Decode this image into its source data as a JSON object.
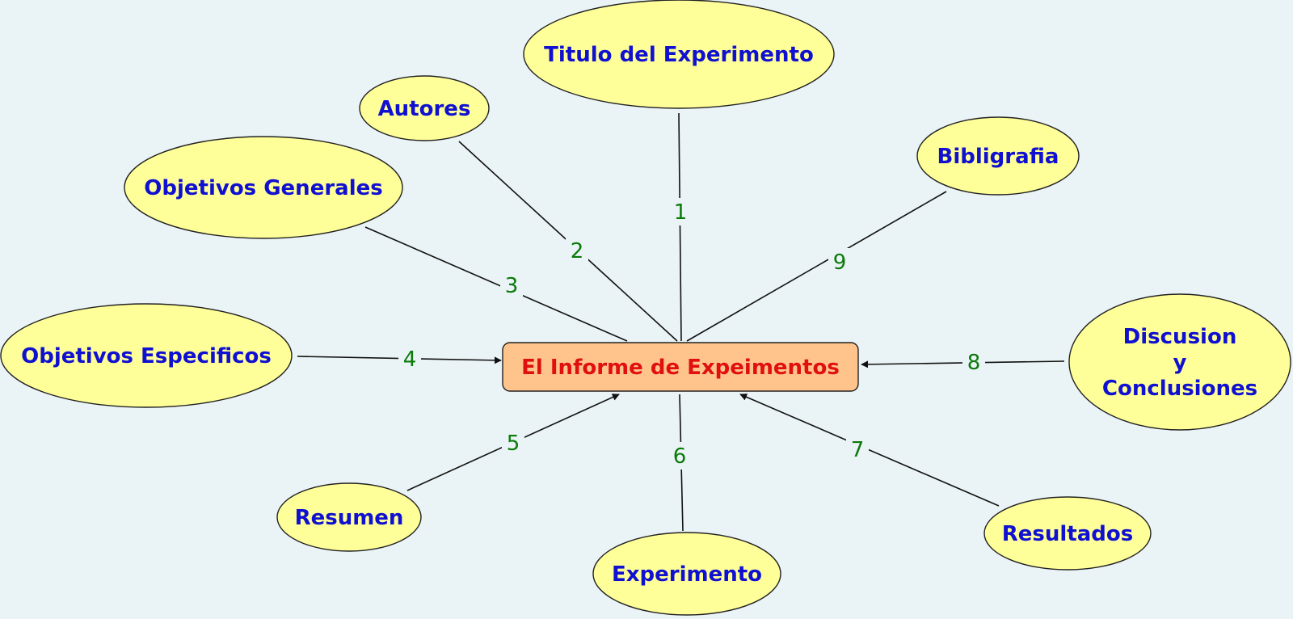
{
  "diagram": {
    "center": {
      "label": "El Informe de Expeimentos"
    },
    "nodes": [
      {
        "id": "titulo",
        "label": "Titulo del Experimento",
        "edge_label": "1",
        "arrow": false
      },
      {
        "id": "autores",
        "label": "Autores",
        "edge_label": "2",
        "arrow": false
      },
      {
        "id": "objetivos-generales",
        "label": "Objetivos Generales",
        "edge_label": "3",
        "arrow": false
      },
      {
        "id": "objetivos-especificos",
        "label": "Objetivos Especificos",
        "edge_label": "4",
        "arrow": true
      },
      {
        "id": "resumen",
        "label": "Resumen",
        "edge_label": "5",
        "arrow": true
      },
      {
        "id": "experimento",
        "label": "Experimento",
        "edge_label": "6",
        "arrow": false
      },
      {
        "id": "resultados",
        "label": "Resultados",
        "edge_label": "7",
        "arrow": true
      },
      {
        "id": "discusion",
        "label": "Discusion\ny\nConclusiones",
        "edge_label": "8",
        "arrow": true
      },
      {
        "id": "bibliografia",
        "label": "Bibligrafia",
        "edge_label": "9",
        "arrow": false
      }
    ]
  },
  "colors": {
    "background": "#eaf3f5",
    "node_fill": "#ffff99",
    "center_fill": "#ffc48c",
    "node_text": "#1010d0",
    "center_text": "#e01010",
    "edge_label": "#0a7a0a",
    "edge": "#111111"
  }
}
